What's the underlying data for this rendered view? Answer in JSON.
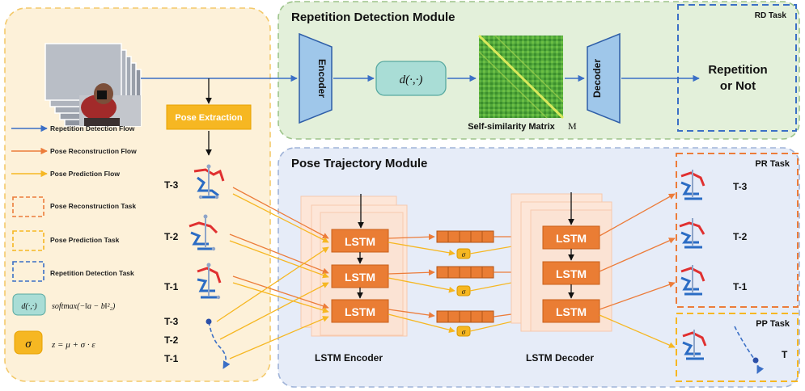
{
  "modules": {
    "rd_title": "Repetition Detection Module",
    "pt_title": "Pose Trajectory Module"
  },
  "rd": {
    "encoder": "Encoder",
    "distance": "d(·,·)",
    "matrix_caption": "Self-similarity Matrix",
    "matrix_symbol": "M",
    "decoder": "Decoder",
    "task_label": "RD Task",
    "output_line1": "Repetition",
    "output_line2": "or Not"
  },
  "pose_extraction": "Pose Extraction",
  "legend": {
    "items": [
      {
        "label": "Repetition Detection Flow",
        "color": "#3b6fc6"
      },
      {
        "label": "Pose Reconstruction Flow",
        "color": "#ec7c3a"
      },
      {
        "label": "Pose Prediction Flow",
        "color": "#f6b722"
      }
    ],
    "tasks": [
      {
        "label": "Pose Reconstruction Task",
        "color": "#ec7c3a"
      },
      {
        "label": "Pose Prediction Task",
        "color": "#f6b722"
      },
      {
        "label": "Repetition Detection Task",
        "color": "#3b6fc6"
      }
    ],
    "d_symbol": "d(·,·)",
    "d_formula": "softmax(−‖a − b‖²₂)",
    "sigma_symbol": "σ",
    "sigma_formula": "z = μ + σ · ε"
  },
  "inputs": {
    "pose_labels": [
      "T-3",
      "T-2",
      "T-1"
    ],
    "traj_labels": [
      "T-3",
      "T-2",
      "T-1"
    ]
  },
  "lstm": {
    "cell_label": "LSTM",
    "encoder_caption": "LSTM Encoder",
    "decoder_caption": "LSTM Decoder",
    "sigma": "σ"
  },
  "pr": {
    "task_label": "PR Task",
    "labels": [
      "T-3",
      "T-2",
      "T-1"
    ]
  },
  "pp": {
    "task_label": "PP Task",
    "label": "T"
  },
  "colors": {
    "blue": "#3b6fc6",
    "orange": "#ec7c3a",
    "yellow": "#f6b722",
    "lstm": "#ea7d34",
    "panel_left": "#fdf1d9",
    "panel_rd": "#e3f0da",
    "panel_pt": "#e6ecf8"
  }
}
